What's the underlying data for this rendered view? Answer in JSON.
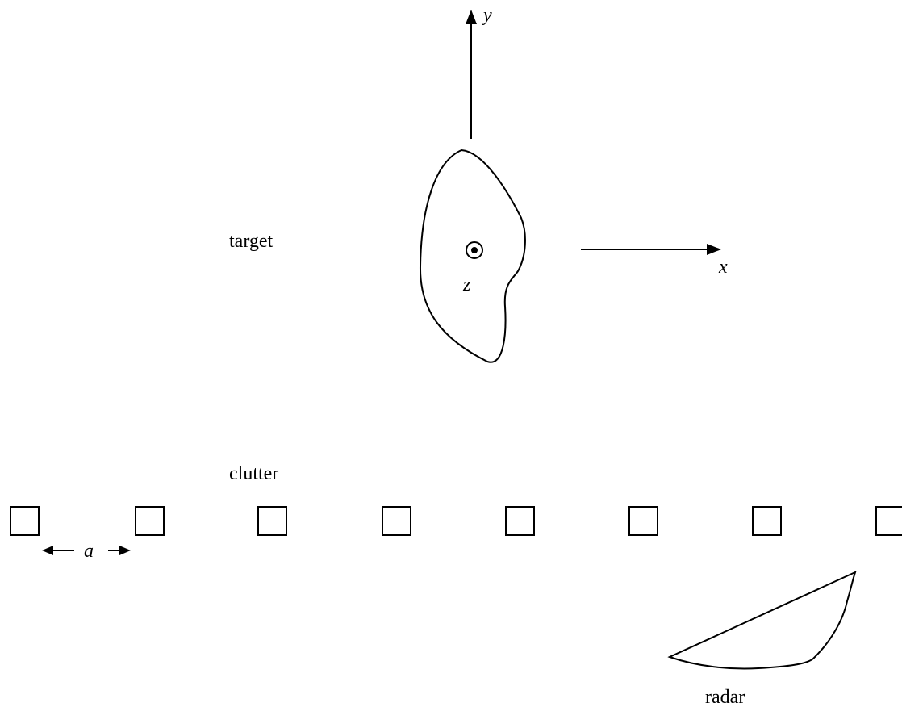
{
  "labels": {
    "target": "target",
    "clutter": "clutter",
    "radar": "radar",
    "x_axis": "x",
    "y_axis": "y",
    "z_axis": "z",
    "spacing": "a"
  },
  "clutter": {
    "count": 8
  }
}
